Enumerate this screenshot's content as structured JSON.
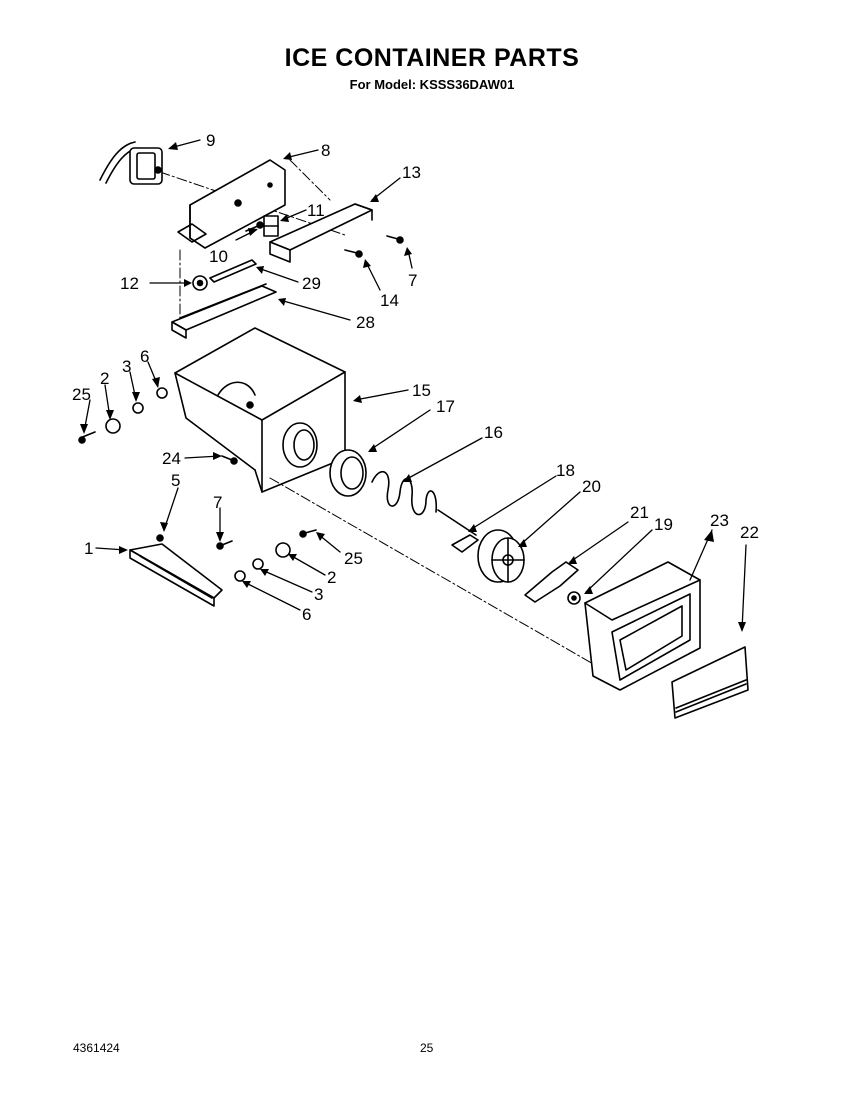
{
  "page": {
    "title": "ICE CONTAINER PARTS",
    "subtitle": "For Model: KSSS36DAW01",
    "doc_number": "4361424",
    "page_number": "25"
  },
  "callouts": {
    "c1": "1",
    "c2a": "2",
    "c2b": "2",
    "c3a": "3",
    "c3b": "3",
    "c5": "5",
    "c6a": "6",
    "c6b": "6",
    "c7a": "7",
    "c7b": "7",
    "c8": "8",
    "c9": "9",
    "c10": "10",
    "c11": "11",
    "c12": "12",
    "c13": "13",
    "c14": "14",
    "c15": "15",
    "c16": "16",
    "c17": "17",
    "c18": "18",
    "c19": "19",
    "c20": "20",
    "c21": "21",
    "c22": "22",
    "c23": "23",
    "c24": "24",
    "c25a": "25",
    "c25b": "25",
    "c28": "28",
    "c29": "29"
  }
}
